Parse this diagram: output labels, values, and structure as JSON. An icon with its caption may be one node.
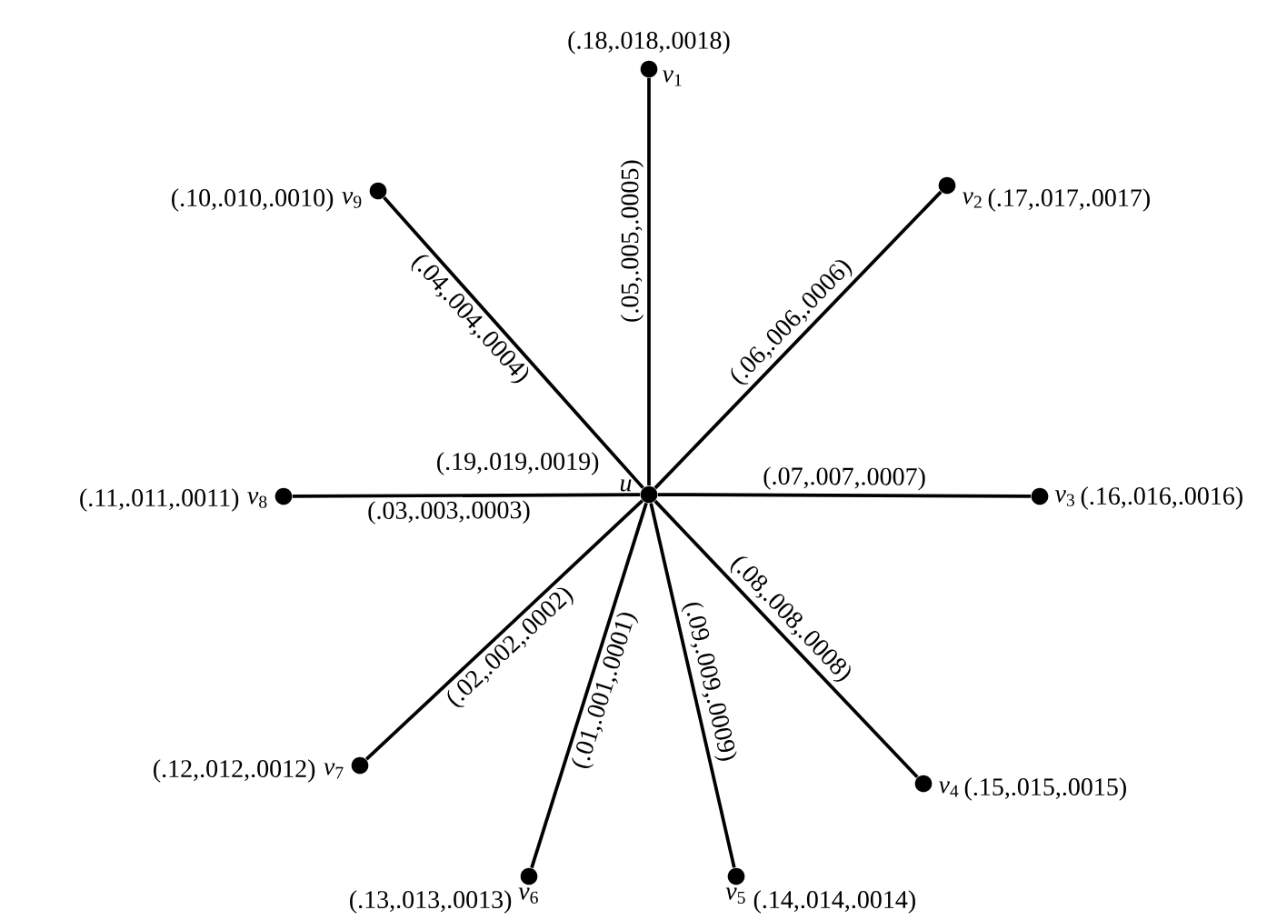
{
  "diagram": {
    "nodes": [
      {
        "text": [
          "u"
        ],
        "beside": [
          "(.19,.019,.0019)"
        ]
      },
      {
        "text": [
          "*v*$_{1}$"
        ],
        "beside": [
          "(.18,.018,.0018)"
        ]
      },
      {
        "text": [
          "*v*$_{2}$"
        ],
        "beside": [
          "(.17,.017,.0017)"
        ]
      },
      {
        "text": [
          "*v*$_{3}$"
        ],
        "beside": [
          "(.16,.016,.0016)"
        ]
      },
      {
        "text": [
          "*v*$_{4}$"
        ],
        "beside": [
          "(.15,.015,.0015)"
        ]
      },
      {
        "text": [
          "*v*$_{5}$"
        ],
        "beside": [
          "(.14,.014,.0014)"
        ]
      },
      {
        "text": [
          "*v*$_{6}$"
        ],
        "beside": [
          "(.13,.013,.0013)"
        ]
      },
      {
        "text": [
          "*v*$_{7}$"
        ],
        "beside": [
          "(.12,.012,.0012)"
        ]
      },
      {
        "text": [
          "*v*$_{8}$"
        ],
        "beside": [
          "(.11,.011,.0011)"
        ]
      },
      {
        "text": [
          "*v*$_{9}$"
        ],
        "beside": [
          "(.10,.010,.0010)"
        ]
      }
    ],
    "edges": [
      {
        "from": 0,
        "to": 1,
        "arrow": "none",
        "label": "(.05,.005,.0005)"
      },
      {
        "from": 0,
        "to": 2,
        "arrow": "none",
        "label": "(.06,.006,.0006)"
      },
      {
        "from": 0,
        "to": 3,
        "arrow": "none",
        "label": "(.07,.007,.0007)"
      },
      {
        "from": 0,
        "to": 4,
        "arrow": "none",
        "label": "(.08,.008,.0008)"
      },
      {
        "from": 0,
        "to": 5,
        "arrow": "none",
        "label": "(.09,.009,.0009)"
      },
      {
        "from": 0,
        "to": 6,
        "arrow": "none",
        "label": "(.01,.001,.0001)"
      },
      {
        "from": 0,
        "to": 7,
        "arrow": "none",
        "label": "(.02,.002,.0002)"
      },
      {
        "from": 0,
        "to": 8,
        "arrow": "none",
        "label": "(.03,.003,.0003)"
      },
      {
        "from": 0,
        "to": 9,
        "arrow": "none",
        "label": "(.04,.004,.0004)"
      }
    ]
  }
}
